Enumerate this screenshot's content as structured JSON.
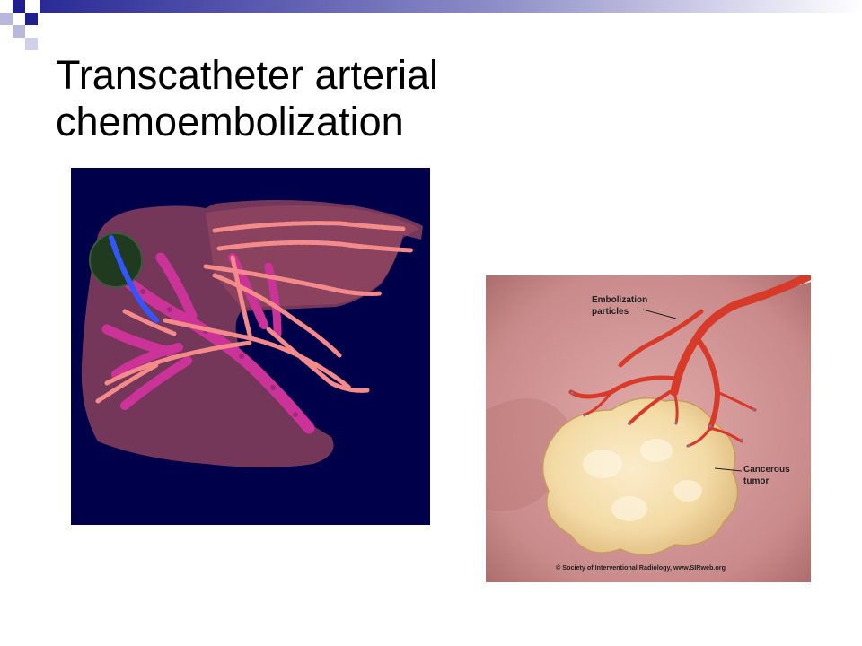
{
  "slide": {
    "title_line1": "Transcatheter arterial",
    "title_line2": "chemoembolization"
  },
  "figure_right": {
    "label_embolization_line1": "Embolization",
    "label_embolization_line2": "particles",
    "label_tumor_line1": "Cancerous",
    "label_tumor_line2": "tumor",
    "copyright": "© Society of Interventional Radiology, www.SIRweb.org"
  },
  "colors": {
    "accent_navy": "#1f1f8f",
    "deco_gradient_end": "#e8e8f4",
    "liver_bg": "#00004a",
    "liver_tissue": "#7a3a5a",
    "vessel_magenta": "#cc3399",
    "artery_salmon": "#f48a8a",
    "catheter_blue": "#3355ff",
    "tumor_dark": "#1f3a1f",
    "tissue_pink": "#c98a8a",
    "tumor_cream": "#f3dba5",
    "artery_red": "#d83a2a"
  }
}
